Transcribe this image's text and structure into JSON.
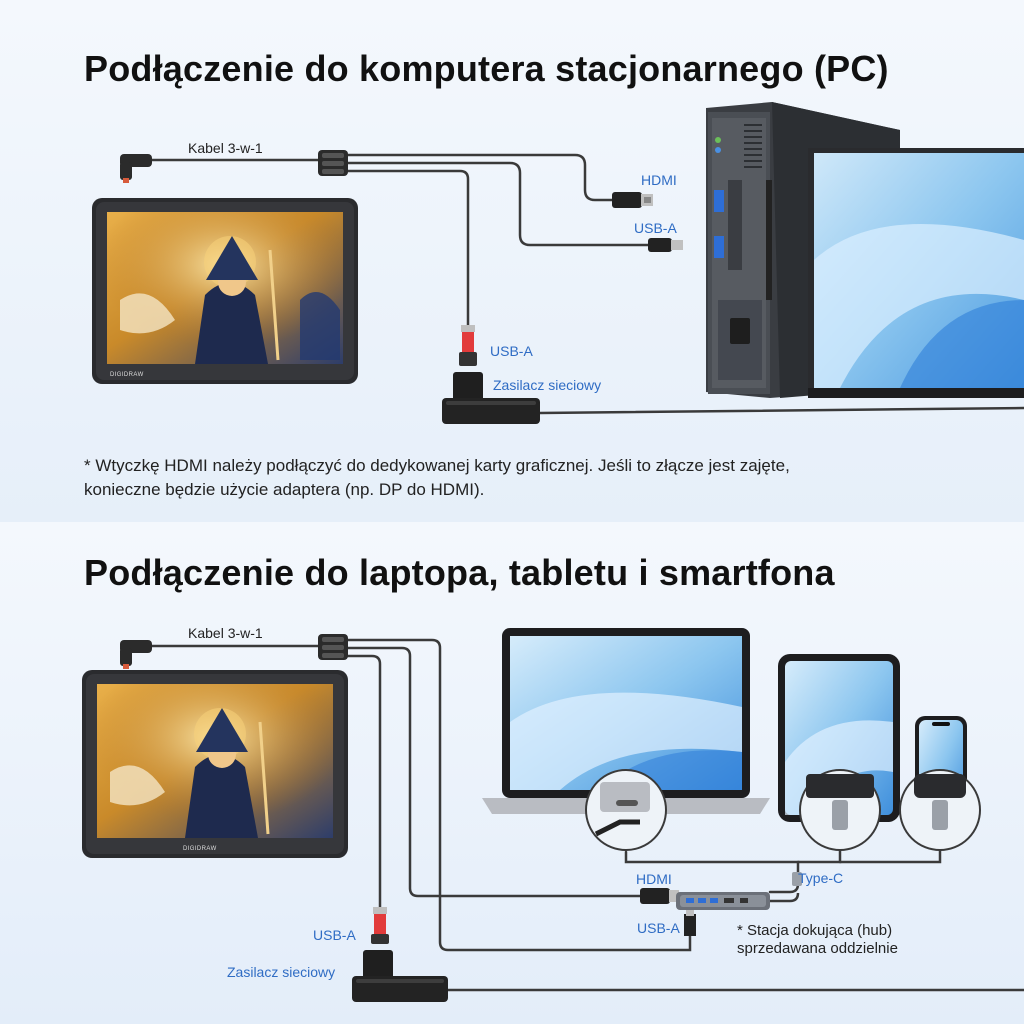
{
  "section_pc": {
    "title": "Podłączenie do komputera stacjonarnego (PC)",
    "cable_label": "Kabel 3-w-1",
    "hdmi_label": "HDMI",
    "usba_label_pc": "USB-A",
    "usba_label_power": "USB-A",
    "power_label": "Zasilacz sieciowy",
    "note_line1": "* Wtyczkę HDMI należy podłączyć do dedykowanej karty graficznej. Jeśli to złącze jest zajęte,",
    "note_line2": "konieczne będzie użycie adaptera (np. DP do HDMI)."
  },
  "section_mobile": {
    "title": "Podłączenie do laptopa, tabletu i smartfona",
    "cable_label": "Kabel 3-w-1",
    "hdmi_label": "HDMI",
    "usba_label_hub": "USB-A",
    "usba_label_power": "USB-A",
    "power_label": "Zasilacz sieciowy",
    "typec_label": "Type-C",
    "hub_note_line1": "* Stacja dokująca (hub)",
    "hub_note_line2": "sprzedawana oddzielnie"
  },
  "device_brand": "DIGIDRAW",
  "colors": {
    "accent_blue": "#2f6cc4",
    "cable": "#3a3a3a",
    "usb_red": "#e23b3b",
    "background": "#eaf1fa"
  }
}
